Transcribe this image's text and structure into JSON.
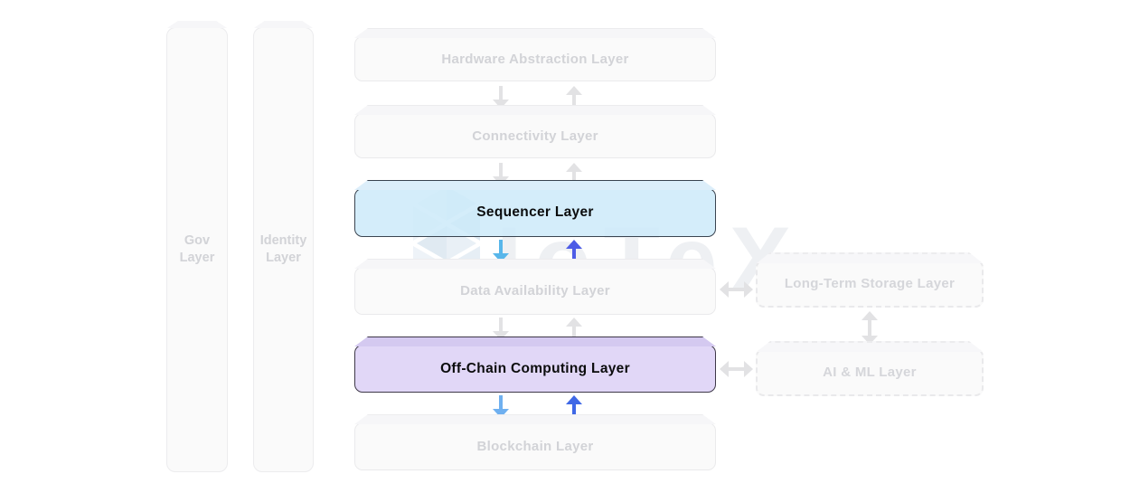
{
  "watermark": {
    "text": "IoTeX",
    "logo": "iotex-hexagon-logo"
  },
  "pillars": [
    {
      "label": "Gov\nLayer",
      "state": "inactive"
    },
    {
      "label": "Identity\nLayer",
      "state": "inactive"
    }
  ],
  "stack": [
    {
      "label": "Hardware Abstraction Layer",
      "state": "inactive"
    },
    {
      "label": "Connectivity Layer",
      "state": "inactive"
    },
    {
      "label": "Sequencer Layer",
      "state": "highlighted",
      "fill": "#cdeaf8"
    },
    {
      "label": "Data Availability Layer",
      "state": "inactive"
    },
    {
      "label": "Off-Chain Computing Layer",
      "state": "highlighted",
      "fill": "#ded4f6"
    },
    {
      "label": "Blockchain Layer",
      "state": "inactive"
    }
  ],
  "side_stack": [
    {
      "label": "Long-Term Storage Layer",
      "state": "inactive",
      "border": "dashed"
    },
    {
      "label": "AI & ML Layer",
      "state": "inactive",
      "border": "dashed"
    }
  ],
  "icons": {
    "arrow_down": "css-triangle-down",
    "arrow_up": "css-triangle-up",
    "arrow_horizontal_double": "css-double-headed-horizontal",
    "arrow_vertical_double": "css-double-headed-vertical"
  },
  "colors": {
    "highlight_blue_fill": "#cdeaf8",
    "highlight_blue_border": "#3a4450",
    "highlight_purple_fill": "#ded4f6",
    "highlight_purple_border": "#3e3849",
    "faded_fill": "#fafafa",
    "faded_border": "#eaeaec",
    "faded_text": "#d2d3d7",
    "arrow_gray": "#e2e2e4",
    "arrow_light_blue_down_1": "#58b6ea",
    "arrow_indigo_up": "#4d5ce6",
    "arrow_light_blue_down_2": "#6fb0f0",
    "arrow_blue_up": "#3f68e6",
    "watermark_color": "#eef0f3"
  }
}
